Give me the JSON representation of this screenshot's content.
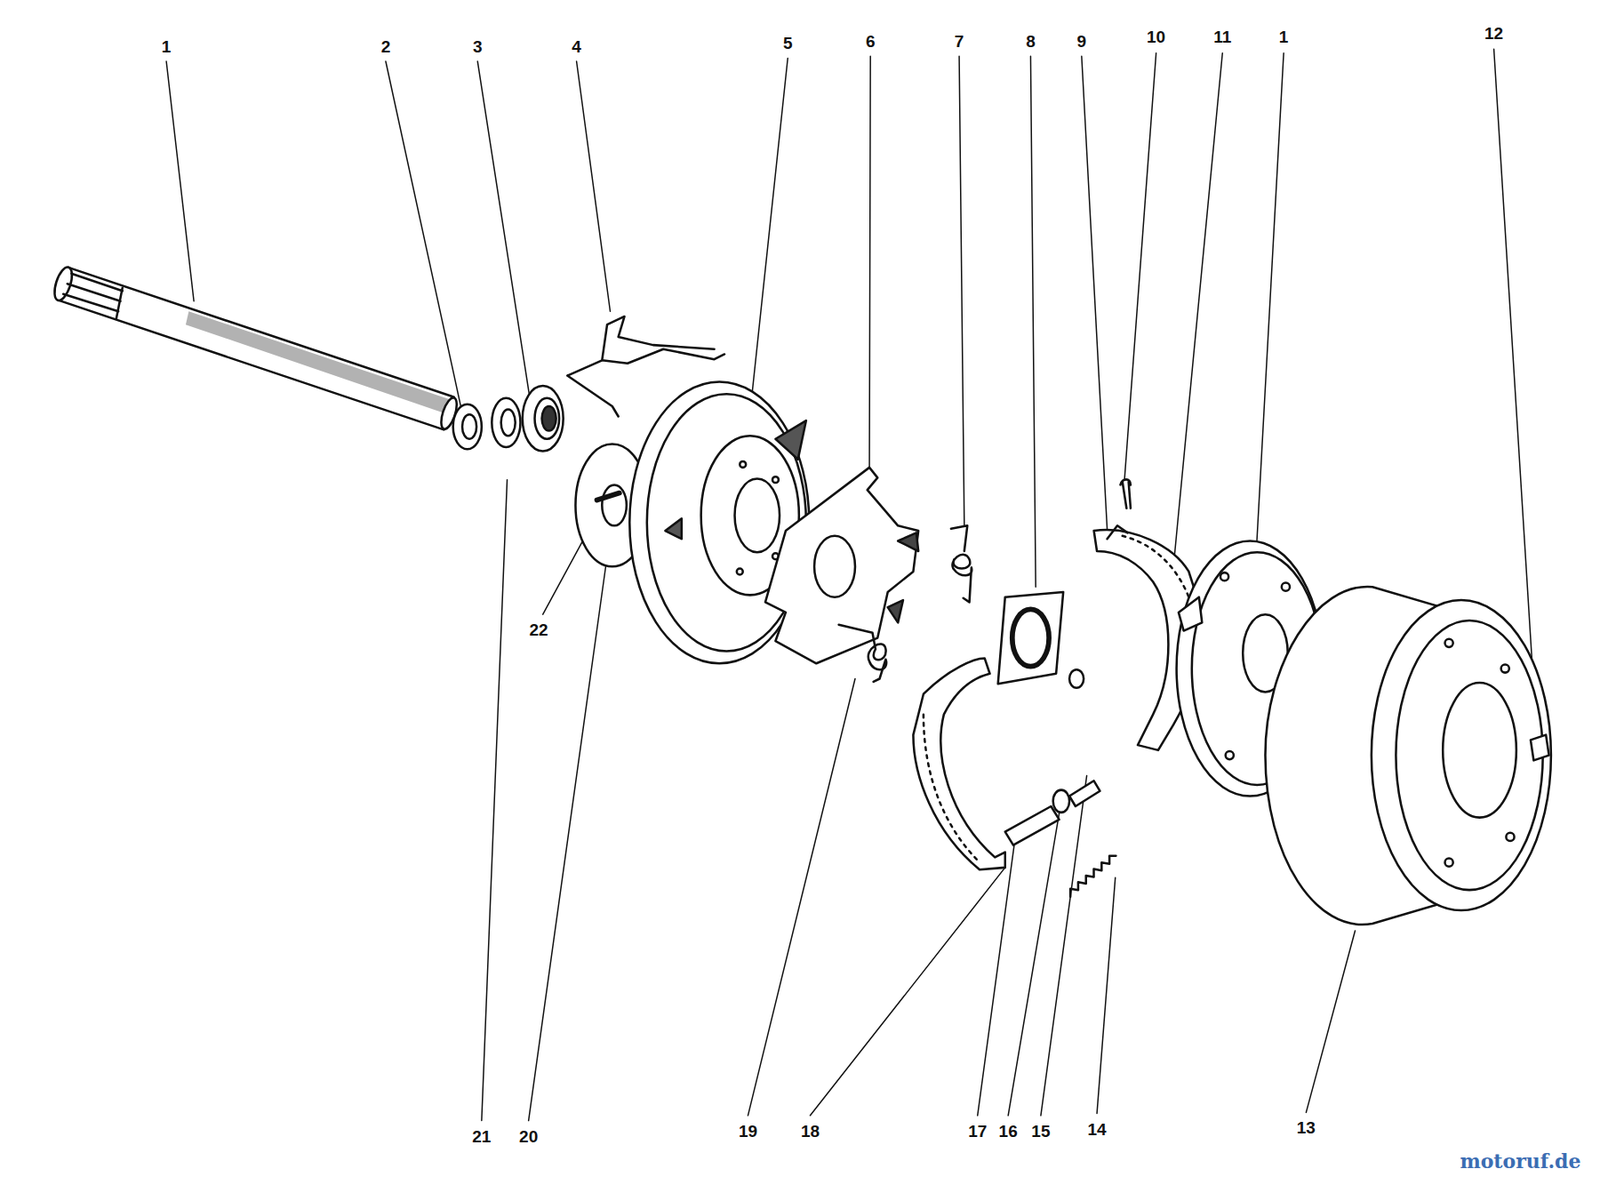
{
  "diagram": {
    "labels": [
      "1",
      "2",
      "3",
      "4",
      "5",
      "6",
      "7",
      "8",
      "9",
      "10",
      "11",
      "1",
      "12",
      "22",
      "21",
      "20",
      "19",
      "18",
      "17",
      "16",
      "15",
      "14",
      "13",
      "motoruf.de"
    ]
  }
}
